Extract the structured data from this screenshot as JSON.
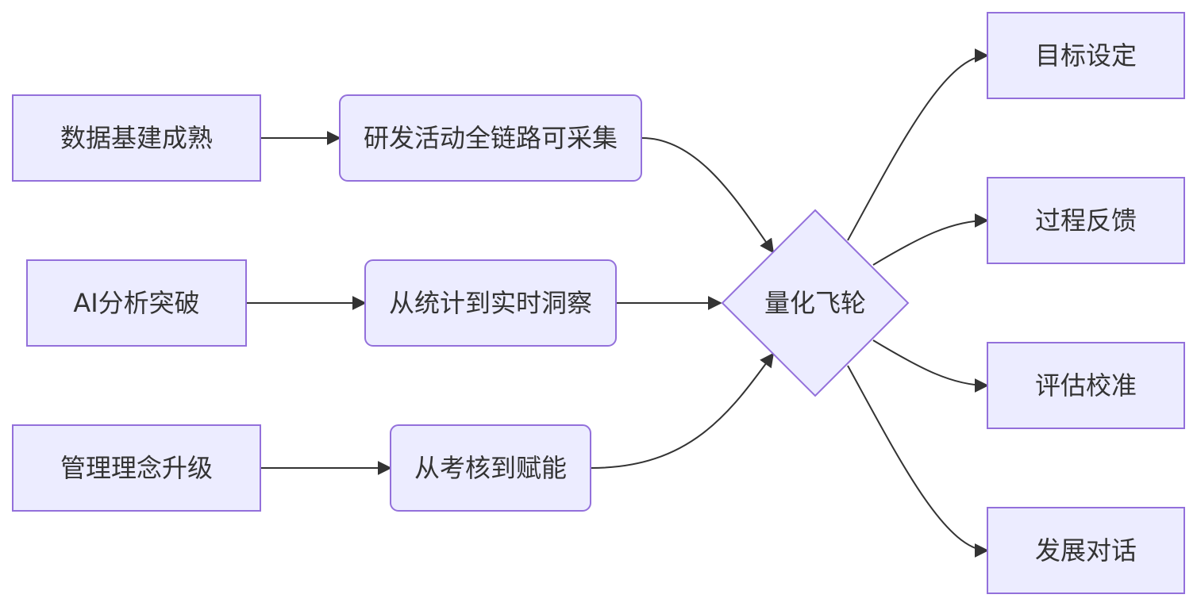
{
  "colors": {
    "node_fill": "#ECECFF",
    "node_stroke": "#9370DB",
    "edge": "#333333",
    "text": "#333333"
  },
  "nodes": {
    "data_infra": "数据基建成熟",
    "ai_breakthrough": "AI分析突破",
    "mgmt_upgrade": "管理理念升级",
    "full_chain": "研发活动全链路可采集",
    "realtime_insight": "从统计到实时洞察",
    "enablement": "从考核到赋能",
    "flywheel": "量化飞轮",
    "goal_setting": "目标设定",
    "process_feedback": "过程反馈",
    "evaluation": "评估校准",
    "dev_dialogue": "发展对话"
  },
  "edges": [
    {
      "from": "数据基建成熟",
      "to": "研发活动全链路可采集"
    },
    {
      "from": "AI分析突破",
      "to": "从统计到实时洞察"
    },
    {
      "from": "管理理念升级",
      "to": "从考核到赋能"
    },
    {
      "from": "研发活动全链路可采集",
      "to": "量化飞轮"
    },
    {
      "from": "从统计到实时洞察",
      "to": "量化飞轮"
    },
    {
      "from": "从考核到赋能",
      "to": "量化飞轮"
    },
    {
      "from": "量化飞轮",
      "to": "目标设定"
    },
    {
      "from": "量化飞轮",
      "to": "过程反馈"
    },
    {
      "from": "量化飞轮",
      "to": "评估校准"
    },
    {
      "from": "量化飞轮",
      "to": "发展对话"
    }
  ]
}
